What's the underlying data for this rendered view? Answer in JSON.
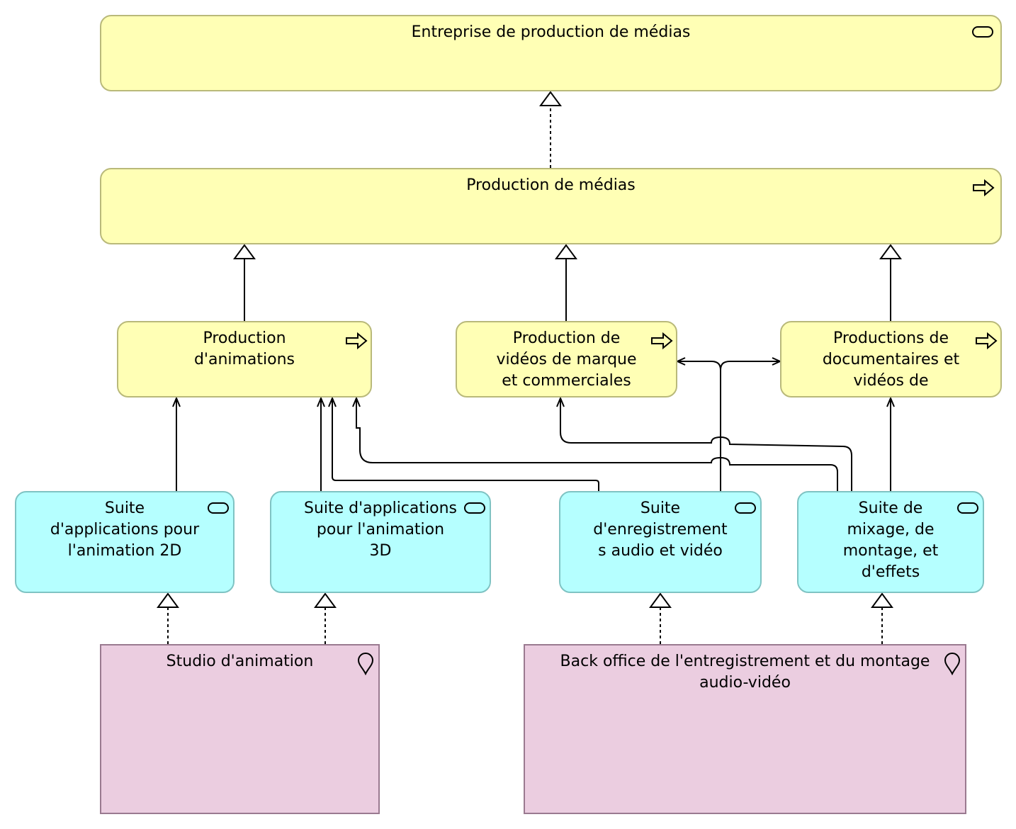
{
  "diagram": {
    "nodes": {
      "enterprise": {
        "label": "Entreprise de production de médias",
        "kind": "business-service",
        "icon": "service-icon"
      },
      "media_production": {
        "label": "Production de médias",
        "kind": "business-process",
        "icon": "process-arrow-icon"
      },
      "animations": {
        "label": "Production\nd'animations",
        "kind": "business-process",
        "icon": "process-arrow-icon"
      },
      "brand_videos": {
        "label": "Production de\nvidéos de marque\net commerciales",
        "kind": "business-process",
        "icon": "process-arrow-icon"
      },
      "documentaries": {
        "label": "Productions de\ndocumentaires et\nvidéos de",
        "kind": "business-process",
        "icon": "process-arrow-icon"
      },
      "suite_2d": {
        "label": "Suite\nd'applications pour\nl'animation 2D",
        "kind": "application-service",
        "icon": "service-icon"
      },
      "suite_3d": {
        "label": "Suite d'applications\npour l'animation\n3D",
        "kind": "application-service",
        "icon": "service-icon"
      },
      "suite_audio_video": {
        "label": "Suite\nd'enregistrement\ns audio et vidéo",
        "kind": "application-service",
        "icon": "service-icon"
      },
      "suite_mixing": {
        "label": "Suite de\nmixage, de\nmontage, et\nd'effets",
        "kind": "application-service",
        "icon": "service-icon"
      },
      "studio": {
        "label": "Studio d'animation",
        "kind": "location",
        "icon": "location-pin-icon"
      },
      "back_office": {
        "label": "Back office de l'entregistrement et du montage\naudio-vidéo",
        "kind": "location",
        "icon": "location-pin-icon"
      }
    },
    "relations": [
      {
        "from": "media_production",
        "to": "enterprise",
        "type": "realization"
      },
      {
        "from": "animations",
        "to": "media_production",
        "type": "specialization"
      },
      {
        "from": "brand_videos",
        "to": "media_production",
        "type": "specialization"
      },
      {
        "from": "documentaries",
        "to": "media_production",
        "type": "specialization"
      },
      {
        "from": "suite_2d",
        "to": "animations",
        "type": "serving"
      },
      {
        "from": "suite_3d",
        "to": "animations",
        "type": "serving"
      },
      {
        "from": "suite_audio_video",
        "to": "animations",
        "type": "serving"
      },
      {
        "from": "suite_mixing",
        "to": "animations",
        "type": "serving"
      },
      {
        "from": "suite_mixing",
        "to": "brand_videos",
        "type": "serving"
      },
      {
        "from": "suite_audio_video",
        "to": "brand_videos",
        "type": "serving"
      },
      {
        "from": "suite_audio_video",
        "to": "documentaries",
        "type": "serving"
      },
      {
        "from": "suite_mixing",
        "to": "documentaries",
        "type": "serving"
      },
      {
        "from": "studio",
        "to": "suite_2d",
        "type": "realization"
      },
      {
        "from": "studio",
        "to": "suite_3d",
        "type": "realization"
      },
      {
        "from": "back_office",
        "to": "suite_audio_video",
        "type": "realization"
      },
      {
        "from": "back_office",
        "to": "suite_mixing",
        "type": "realization"
      }
    ],
    "colors": {
      "business": "#ffffb5",
      "application": "#b5ffff",
      "location": "#ebcde0"
    }
  }
}
